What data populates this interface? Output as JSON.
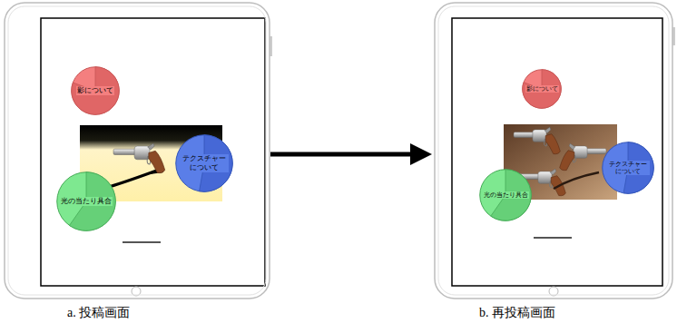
{
  "diagram": {
    "nodes": [
      {
        "text": [
          "a. 投稿画面"
        ]
      },
      {
        "text": [
          "影について"
        ],
        "in": 0
      },
      {
        "text": [
          "テクスチャー について"
        ],
        "in": 0
      },
      {
        "text": [
          "光の当たり具合"
        ],
        "in": 0
      },
      {
        "text": [
          "b. 再投稿画面"
        ]
      },
      {
        "text": [
          "影について"
        ],
        "in": 4
      },
      {
        "text": [
          "テクスチャー について"
        ],
        "in": 4
      },
      {
        "text": [
          "光の当たり具合"
        ],
        "in": 4
      }
    ],
    "edges": [
      {
        "from": 0,
        "to": 4,
        "arrow": "to"
      }
    ]
  }
}
